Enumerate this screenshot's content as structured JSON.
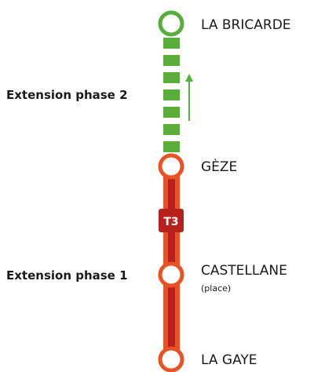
{
  "line": {
    "badge": "T3",
    "colors": {
      "green": "#59ad3a",
      "orange": "#e95223",
      "dark_red": "#b7201d",
      "badge_bg": "#b7201d"
    }
  },
  "stations": [
    {
      "name": "LA BRICARDE",
      "sub": ""
    },
    {
      "name": "GÈZE",
      "sub": ""
    },
    {
      "name": "CASTELLANE",
      "sub": "(place)"
    },
    {
      "name": "LA GAYE",
      "sub": ""
    }
  ],
  "phases": [
    {
      "label": "Extension phase 2"
    },
    {
      "label": "Extension phase 1"
    }
  ],
  "icons": {
    "direction": "arrow-up-icon"
  }
}
